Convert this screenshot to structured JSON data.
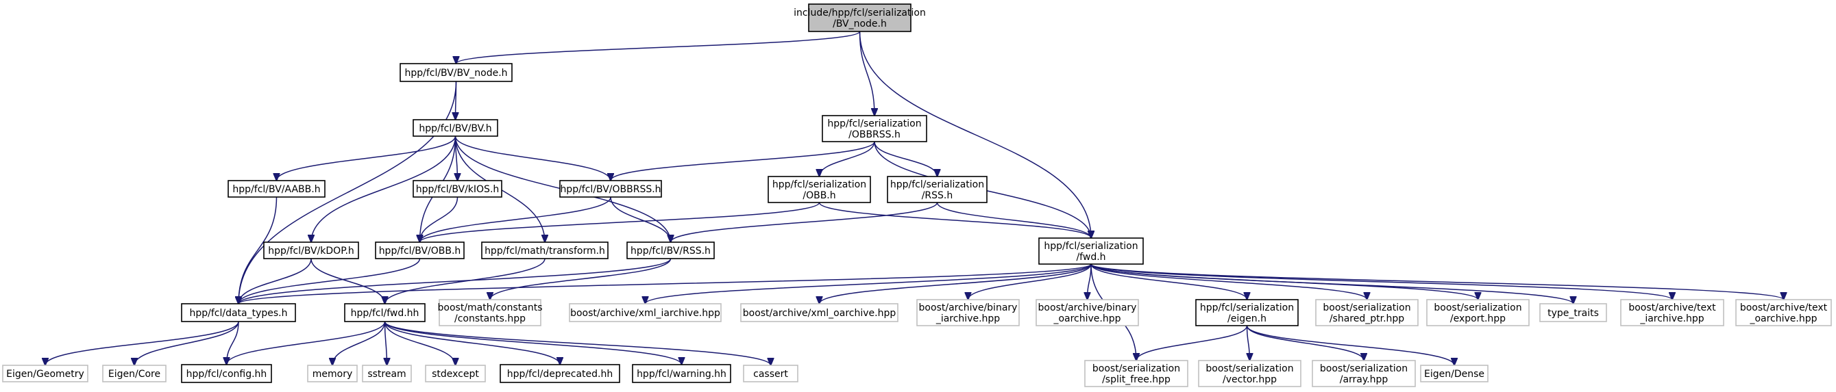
{
  "colors": {
    "edge": "#191970",
    "root_fill": "#bfbfbf",
    "external_border": "#bfbfbf",
    "internal_border": "#000000"
  },
  "nodes": [
    {
      "id": "root",
      "kind": "root",
      "lines": [
        "include/hpp/fcl/serialization",
        "/BV_node.h"
      ]
    },
    {
      "id": "bv_node",
      "kind": "internal",
      "lines": [
        "hpp/fcl/BV/BV_node.h"
      ]
    },
    {
      "id": "ser_obbrss",
      "kind": "internal",
      "lines": [
        "hpp/fcl/serialization",
        "/OBBRSS.h"
      ]
    },
    {
      "id": "bv_bv",
      "kind": "internal",
      "lines": [
        "hpp/fcl/BV/BV.h"
      ]
    },
    {
      "id": "bv_aabb",
      "kind": "internal",
      "lines": [
        "hpp/fcl/BV/AABB.h"
      ]
    },
    {
      "id": "bv_kios",
      "kind": "internal",
      "lines": [
        "hpp/fcl/BV/kIOS.h"
      ]
    },
    {
      "id": "bv_obbrss",
      "kind": "internal",
      "lines": [
        "hpp/fcl/BV/OBBRSS.h"
      ]
    },
    {
      "id": "ser_obb",
      "kind": "internal",
      "lines": [
        "hpp/fcl/serialization",
        "/OBB.h"
      ]
    },
    {
      "id": "ser_rss",
      "kind": "internal",
      "lines": [
        "hpp/fcl/serialization",
        "/RSS.h"
      ]
    },
    {
      "id": "bv_kdop",
      "kind": "internal",
      "lines": [
        "hpp/fcl/BV/kDOP.h"
      ]
    },
    {
      "id": "bv_obb",
      "kind": "internal",
      "lines": [
        "hpp/fcl/BV/OBB.h"
      ]
    },
    {
      "id": "math_transform",
      "kind": "internal",
      "lines": [
        "hpp/fcl/math/transform.h"
      ]
    },
    {
      "id": "bv_rss",
      "kind": "internal",
      "lines": [
        "hpp/fcl/BV/RSS.h"
      ]
    },
    {
      "id": "ser_fwd",
      "kind": "internal",
      "lines": [
        "hpp/fcl/serialization",
        "/fwd.h"
      ]
    },
    {
      "id": "data_types",
      "kind": "internal",
      "lines": [
        "hpp/fcl/data_types.h"
      ]
    },
    {
      "id": "fcl_fwd",
      "kind": "internal",
      "lines": [
        "hpp/fcl/fwd.hh"
      ]
    },
    {
      "id": "boost_constants",
      "kind": "external",
      "lines": [
        "boost/math/constants",
        "/constants.hpp"
      ]
    },
    {
      "id": "xml_iarchive",
      "kind": "external",
      "lines": [
        "boost/archive/xml_iarchive.hpp"
      ]
    },
    {
      "id": "xml_oarchive",
      "kind": "external",
      "lines": [
        "boost/archive/xml_oarchive.hpp"
      ]
    },
    {
      "id": "binary_iarchive",
      "kind": "external",
      "lines": [
        "boost/archive/binary",
        "_iarchive.hpp"
      ]
    },
    {
      "id": "binary_oarchive",
      "kind": "external",
      "lines": [
        "boost/archive/binary",
        "_oarchive.hpp"
      ]
    },
    {
      "id": "ser_eigen",
      "kind": "internal",
      "lines": [
        "hpp/fcl/serialization",
        "/eigen.h"
      ]
    },
    {
      "id": "shared_ptr",
      "kind": "external",
      "lines": [
        "boost/serialization",
        "/shared_ptr.hpp"
      ]
    },
    {
      "id": "export",
      "kind": "external",
      "lines": [
        "boost/serialization",
        "/export.hpp"
      ]
    },
    {
      "id": "type_traits",
      "kind": "external",
      "lines": [
        "type_traits"
      ]
    },
    {
      "id": "text_iarchive",
      "kind": "external",
      "lines": [
        "boost/archive/text",
        "_iarchive.hpp"
      ]
    },
    {
      "id": "text_oarchive",
      "kind": "external",
      "lines": [
        "boost/archive/text",
        "_oarchive.hpp"
      ]
    },
    {
      "id": "eigen_geometry",
      "kind": "external",
      "lines": [
        "Eigen/Geometry"
      ]
    },
    {
      "id": "eigen_core",
      "kind": "external",
      "lines": [
        "Eigen/Core"
      ]
    },
    {
      "id": "config",
      "kind": "internal",
      "lines": [
        "hpp/fcl/config.hh"
      ]
    },
    {
      "id": "memory",
      "kind": "external",
      "lines": [
        "memory"
      ]
    },
    {
      "id": "sstream",
      "kind": "external",
      "lines": [
        "sstream"
      ]
    },
    {
      "id": "stdexcept",
      "kind": "external",
      "lines": [
        "stdexcept"
      ]
    },
    {
      "id": "deprecated",
      "kind": "internal",
      "lines": [
        "hpp/fcl/deprecated.hh"
      ]
    },
    {
      "id": "warning",
      "kind": "internal",
      "lines": [
        "hpp/fcl/warning.hh"
      ]
    },
    {
      "id": "cassert",
      "kind": "external",
      "lines": [
        "cassert"
      ]
    },
    {
      "id": "split_free",
      "kind": "external",
      "lines": [
        "boost/serialization",
        "/split_free.hpp"
      ]
    },
    {
      "id": "ser_vector",
      "kind": "external",
      "lines": [
        "boost/serialization",
        "/vector.hpp"
      ]
    },
    {
      "id": "ser_array",
      "kind": "external",
      "lines": [
        "boost/serialization",
        "/array.hpp"
      ]
    },
    {
      "id": "eigen_dense",
      "kind": "external",
      "lines": [
        "Eigen/Dense"
      ]
    }
  ],
  "edges": [
    [
      "root",
      "bv_node"
    ],
    [
      "root",
      "ser_obbrss"
    ],
    [
      "root",
      "ser_fwd"
    ],
    [
      "bv_node",
      "bv_bv"
    ],
    [
      "bv_node",
      "data_types"
    ],
    [
      "ser_obbrss",
      "bv_obbrss"
    ],
    [
      "ser_obbrss",
      "ser_obb"
    ],
    [
      "ser_obbrss",
      "ser_rss"
    ],
    [
      "ser_obbrss",
      "ser_fwd"
    ],
    [
      "bv_bv",
      "bv_aabb"
    ],
    [
      "bv_bv",
      "bv_kios"
    ],
    [
      "bv_bv",
      "bv_obbrss"
    ],
    [
      "bv_bv",
      "bv_kdop"
    ],
    [
      "bv_bv",
      "bv_obb"
    ],
    [
      "bv_bv",
      "math_transform"
    ],
    [
      "bv_bv",
      "bv_rss"
    ],
    [
      "bv_aabb",
      "data_types"
    ],
    [
      "bv_kios",
      "bv_obb"
    ],
    [
      "bv_obbrss",
      "bv_obb"
    ],
    [
      "bv_obbrss",
      "bv_rss"
    ],
    [
      "ser_obb",
      "bv_obb"
    ],
    [
      "ser_obb",
      "ser_fwd"
    ],
    [
      "ser_rss",
      "bv_rss"
    ],
    [
      "ser_rss",
      "ser_fwd"
    ],
    [
      "bv_kdop",
      "data_types"
    ],
    [
      "bv_kdop",
      "fcl_fwd"
    ],
    [
      "bv_obb",
      "data_types"
    ],
    [
      "math_transform",
      "fcl_fwd"
    ],
    [
      "bv_rss",
      "data_types"
    ],
    [
      "bv_rss",
      "boost_constants"
    ],
    [
      "ser_fwd",
      "data_types"
    ],
    [
      "ser_fwd",
      "xml_iarchive"
    ],
    [
      "ser_fwd",
      "xml_oarchive"
    ],
    [
      "ser_fwd",
      "binary_iarchive"
    ],
    [
      "ser_fwd",
      "binary_oarchive"
    ],
    [
      "ser_fwd",
      "ser_eigen"
    ],
    [
      "ser_fwd",
      "shared_ptr"
    ],
    [
      "ser_fwd",
      "export"
    ],
    [
      "ser_fwd",
      "type_traits"
    ],
    [
      "ser_fwd",
      "text_iarchive"
    ],
    [
      "ser_fwd",
      "text_oarchive"
    ],
    [
      "ser_fwd",
      "split_free"
    ],
    [
      "data_types",
      "eigen_geometry"
    ],
    [
      "data_types",
      "eigen_core"
    ],
    [
      "data_types",
      "config"
    ],
    [
      "fcl_fwd",
      "config"
    ],
    [
      "fcl_fwd",
      "memory"
    ],
    [
      "fcl_fwd",
      "sstream"
    ],
    [
      "fcl_fwd",
      "stdexcept"
    ],
    [
      "fcl_fwd",
      "deprecated"
    ],
    [
      "fcl_fwd",
      "warning"
    ],
    [
      "fcl_fwd",
      "cassert"
    ],
    [
      "ser_eigen",
      "split_free"
    ],
    [
      "ser_eigen",
      "ser_vector"
    ],
    [
      "ser_eigen",
      "ser_array"
    ],
    [
      "ser_eigen",
      "eigen_dense"
    ]
  ]
}
